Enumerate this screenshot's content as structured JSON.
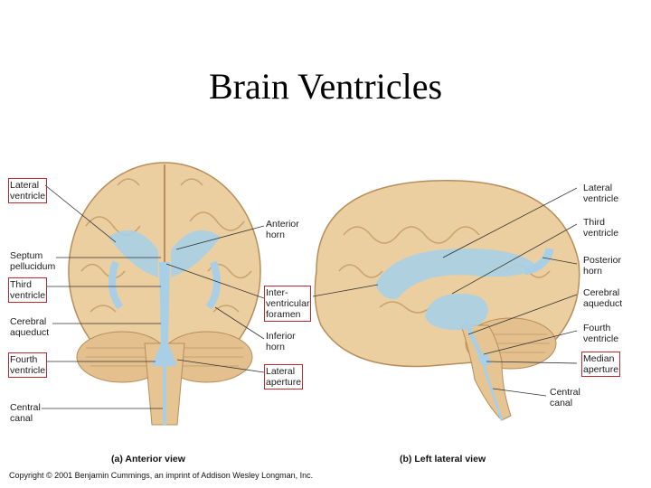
{
  "title": "Brain Ventricles",
  "anterior": {
    "caption": "(a) Anterior view",
    "labels": {
      "lateral_ventricle": "Lateral\nventricle",
      "septum_pellucidum": "Septum\npellucidum",
      "third_ventricle": "Third\nventricle",
      "cerebral_aqueduct": "Cerebral\naqueduct",
      "fourth_ventricle": "Fourth\nventricle",
      "central_canal": "Central\ncanal",
      "anterior_horn": "Anterior\nhorn",
      "interventricular_foramen": "Inter-\nventricular\nforamen",
      "inferior_horn": "Inferior\nhorn",
      "lateral_aperture": "Lateral\naperture"
    }
  },
  "lateral": {
    "caption": "(b) Left lateral view",
    "labels": {
      "lateral_ventricle": "Lateral\nventricle",
      "third_ventricle": "Third\nventricle",
      "posterior_horn": "Posterior\nhorn",
      "cerebral_aqueduct": "Cerebral\naqueduct",
      "fourth_ventricle": "Fourth\nventricle",
      "median_aperture": "Median\naperture",
      "central_canal": "Central\ncanal"
    }
  },
  "copyright": "Copyright © 2001 Benjamin Cummings, an imprint of Addison Wesley Longman, Inc.",
  "colors": {
    "brain": "#eccfa0",
    "brain_dark": "#c9a270",
    "ventricle": "#a9cfe6",
    "box": "#c0282f"
  }
}
